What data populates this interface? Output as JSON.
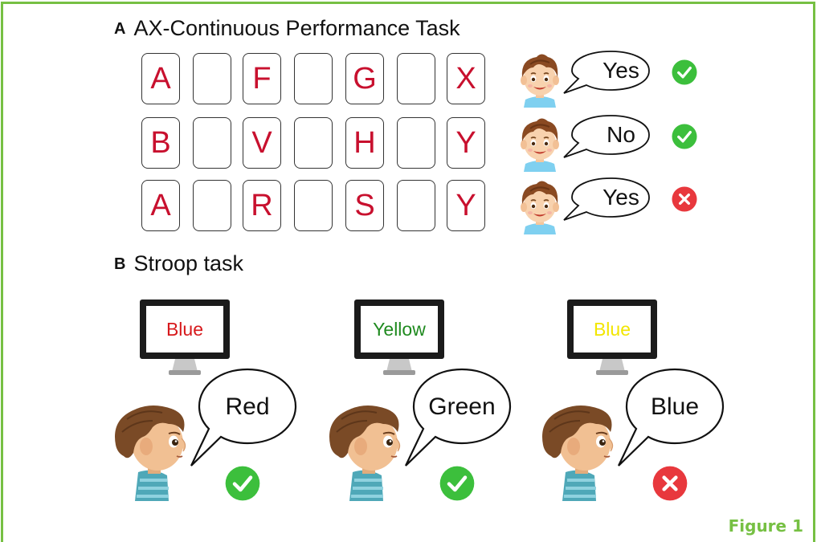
{
  "figure_label": "Figure 1",
  "section_a": {
    "letter": "A",
    "title": "AX-Continuous Performance Task",
    "rows": [
      {
        "letters": [
          "A",
          "F",
          "G",
          "X"
        ],
        "response": "Yes",
        "result": "correct"
      },
      {
        "letters": [
          "B",
          "V",
          "H",
          "Y"
        ],
        "response": "No",
        "result": "correct"
      },
      {
        "letters": [
          "A",
          "R",
          "S",
          "Y"
        ],
        "response": "Yes",
        "result": "incorrect"
      }
    ]
  },
  "section_b": {
    "letter": "B",
    "title": "Stroop task",
    "trials": [
      {
        "word": "Blue",
        "ink_color": "#d7191c",
        "response": "Red",
        "result": "correct"
      },
      {
        "word": "Yellow",
        "ink_color": "#1f8a1f",
        "response": "Green",
        "result": "correct"
      },
      {
        "word": "Blue",
        "ink_color": "#f2e600",
        "response": "Blue",
        "result": "incorrect"
      }
    ]
  },
  "colors": {
    "frame": "#76c043",
    "letter": "#c8102e",
    "correct": "#3cbf3c",
    "incorrect": "#e8383d"
  },
  "icons": {
    "correct": "check-circle-icon",
    "incorrect": "x-circle-icon",
    "speaker_front": "boy-face-icon",
    "speaker_side": "boy-profile-icon",
    "display": "monitor-icon"
  }
}
